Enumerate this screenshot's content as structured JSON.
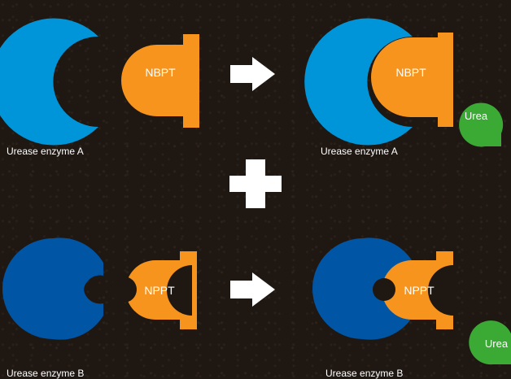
{
  "inhibitors": {
    "a": "NBPT",
    "b": "NPPT"
  },
  "enzymes": {
    "a": "Urease enzyme A",
    "b": "Urease enzyme B"
  },
  "urea": "Urea",
  "colors": {
    "enzyme_a": "#0095d9",
    "enzyme_b": "#0055a4",
    "inhibitor": "#f7941d",
    "urea": "#3aaa35",
    "background": "#1f1712",
    "arrow": "#ffffff"
  },
  "icons": [
    "arrow-right-icon",
    "plus-icon"
  ]
}
